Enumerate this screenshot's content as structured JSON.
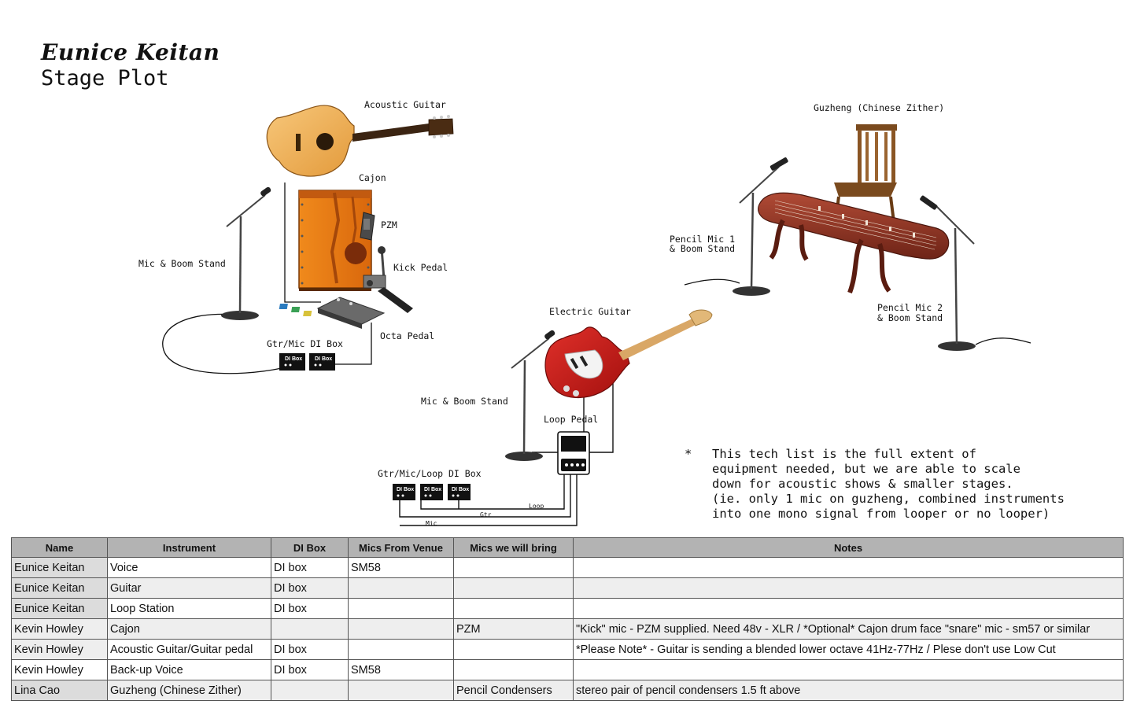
{
  "header": {
    "name": "Eunice Keitan",
    "subtitle": "Stage Plot"
  },
  "labels": {
    "acoustic_guitar": "Acoustic Guitar",
    "cajon": "Cajon",
    "pzm": "PZM",
    "kick_pedal": "Kick Pedal",
    "octa_pedal": "Octa Pedal",
    "mic_boom_left": "Mic & Boom Stand",
    "di_box_left": "Gtr/Mic DI Box",
    "guzheng": "Guzheng (Chinese Zither)",
    "pencil_mic_1_line1": "Pencil Mic 1",
    "pencil_mic_1_line2": "& Boom Stand",
    "pencil_mic_2_line1": "Pencil Mic 2",
    "pencil_mic_2_line2": "& Boom Stand",
    "electric_guitar": "Electric Guitar",
    "mic_boom_center": "Mic & Boom Stand",
    "loop_pedal": "Loop Pedal",
    "di_box_center": "Gtr/Mic/Loop DI Box",
    "cable_loop": "Loop",
    "cable_gtr": "Gtr",
    "cable_mic": "Mic",
    "di_box_text": "DI Box"
  },
  "note": {
    "star": "*",
    "lines": [
      "This tech list is the full extent of",
      "equipment needed, but we are able to scale",
      "down for acoustic shows & smaller stages.",
      "(ie. only 1 mic on guzheng, combined instruments",
      "into one mono signal from looper or no looper)"
    ]
  },
  "table": {
    "headers": [
      "Name",
      "Instrument",
      "DI Box",
      "Mics From Venue",
      "Mics we will bring",
      "Notes"
    ],
    "rows": [
      [
        "Eunice Keitan",
        "Voice",
        "DI box",
        "SM58",
        "",
        ""
      ],
      [
        "Eunice Keitan",
        "Guitar",
        "DI box",
        "",
        "",
        ""
      ],
      [
        "Eunice Keitan",
        "Loop Station",
        "DI box",
        "",
        "",
        ""
      ],
      [
        "Kevin Howley",
        "Cajon",
        "",
        "",
        "PZM",
        "\"Kick\" mic - PZM supplied. Need 48v - XLR / *Optional* Cajon drum face \"snare\" mic - sm57 or similar"
      ],
      [
        "Kevin Howley",
        "Acoustic Guitar/Guitar pedal",
        "DI box",
        "",
        "",
        "*Please Note* - Guitar is sending a blended lower octave 41Hz-77Hz / Plese don't use Low Cut"
      ],
      [
        "Kevin Howley",
        "Back-up Voice",
        "DI box",
        "SM58",
        "",
        ""
      ],
      [
        "Lina Cao",
        "Guzheng (Chinese Zither)",
        "",
        "",
        "Pencil Condensers",
        "stereo pair of pencil condensers 1.5 ft above"
      ]
    ]
  }
}
